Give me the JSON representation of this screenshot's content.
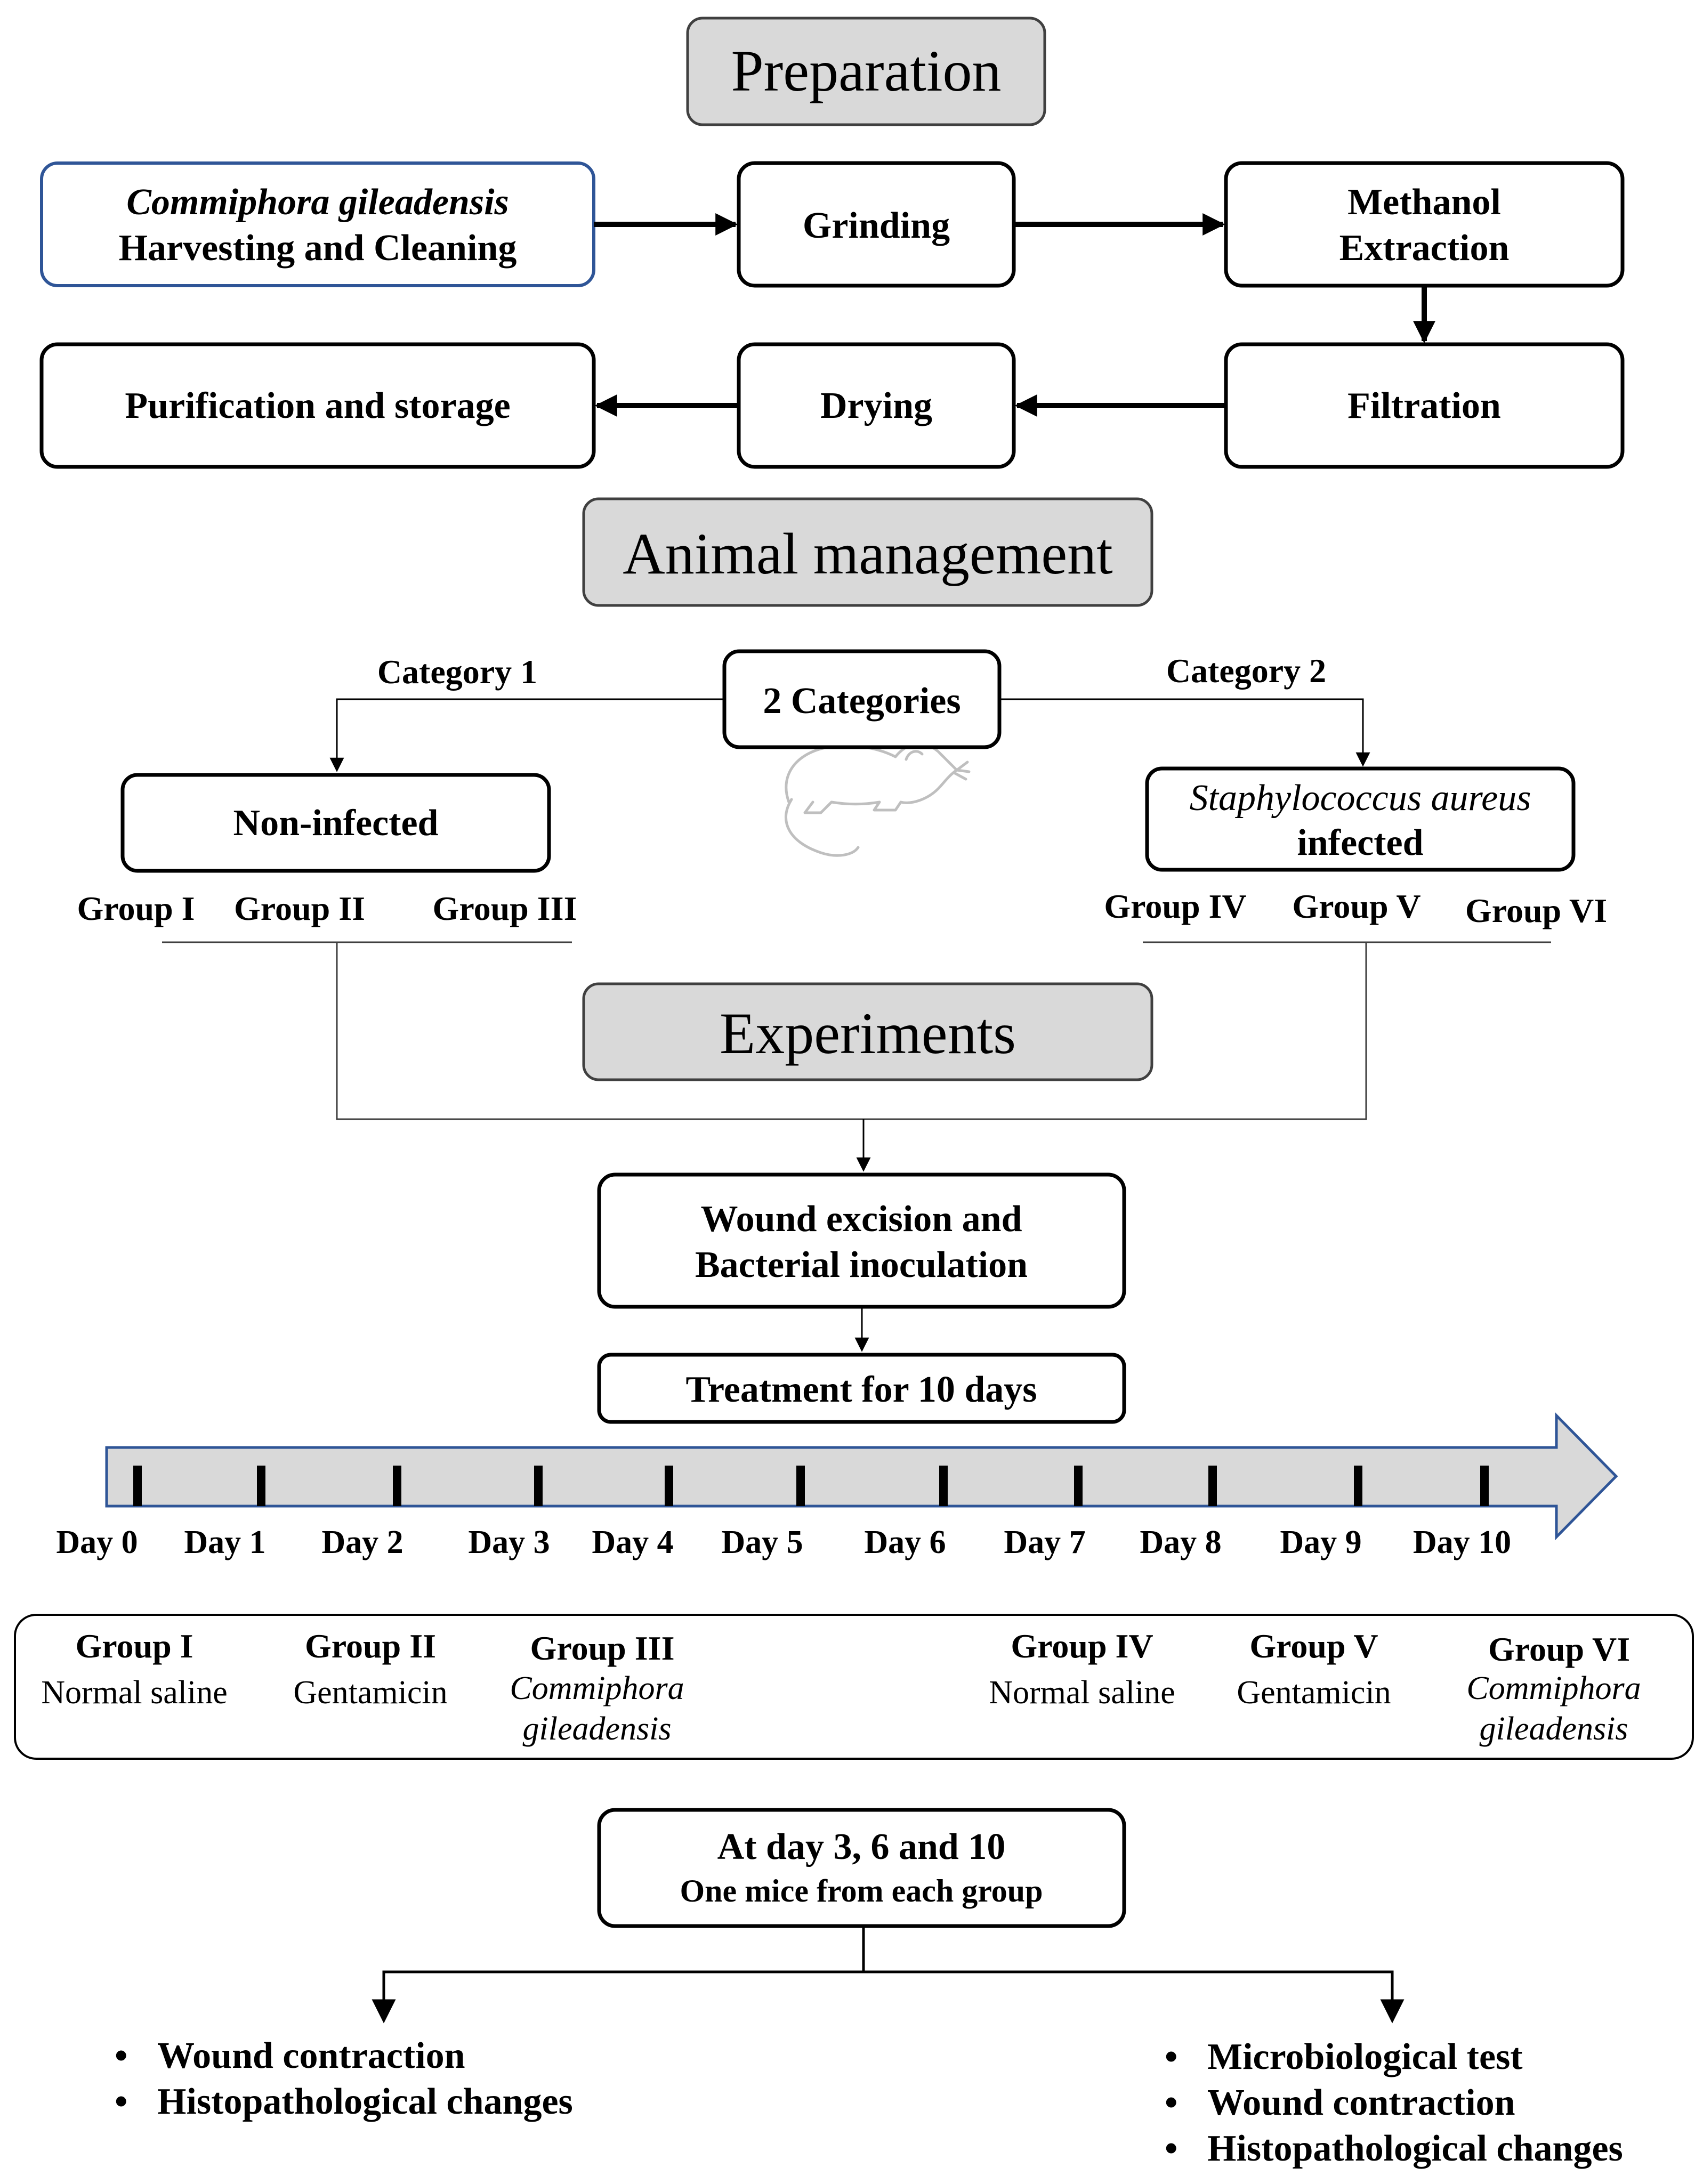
{
  "sections": {
    "preparation": "Preparation",
    "animal_management": "Animal management",
    "experiments": "Experiments"
  },
  "preparation_steps": {
    "harvest_species": "Commiphora gileadensis",
    "harvest_action": "Harvesting and Cleaning",
    "grinding": "Grinding",
    "methanol_line1": "Methanol",
    "methanol_line2": "Extraction",
    "filtration": "Filtration",
    "drying": "Drying",
    "purification": "Purification and storage"
  },
  "animal": {
    "categories": "2 Categories",
    "category1_label": "Category 1",
    "category2_label": "Category 2",
    "non_infected": "Non-infected",
    "infected_species": "Staphylococcus aureus",
    "infected": "infected",
    "groups_cat1": [
      "Group I",
      "Group II",
      "Group III"
    ],
    "groups_cat2": [
      "Group IV",
      "Group V",
      "Group VI"
    ]
  },
  "experiment": {
    "wound_line1": "Wound excision and",
    "wound_line2": "Bacterial inoculation",
    "treatment": "Treatment for 10 days",
    "days": [
      "Day 0",
      "Day 1",
      "Day 2",
      "Day 3",
      "Day 4",
      "Day 5",
      "Day 6",
      "Day 7",
      "Day 8",
      "Day 9",
      "Day 10"
    ]
  },
  "treatments": [
    {
      "group": "Group I",
      "agent": [
        "Normal saline"
      ],
      "italic": false
    },
    {
      "group": "Group II",
      "agent": [
        "Gentamicin"
      ],
      "italic": false
    },
    {
      "group": "Group III",
      "agent": [
        "Commiphora",
        "gileadensis"
      ],
      "italic": true
    },
    {
      "group": "Group IV",
      "agent": [
        "Normal saline"
      ],
      "italic": false
    },
    {
      "group": "Group V",
      "agent": [
        "Gentamicin"
      ],
      "italic": false
    },
    {
      "group": "Group VI",
      "agent": [
        "Commiphora",
        "gileadensis"
      ],
      "italic": true
    }
  ],
  "sampling": {
    "line1": "At day 3, 6 and 10",
    "line2": "One mice from each group"
  },
  "outcomes_left": [
    "Wound contraction",
    "Histopathological changes"
  ],
  "outcomes_right": [
    "Microbiological test",
    "Wound contraction",
    "Histopathological changes"
  ],
  "colors": {
    "header_fill": "#d9d9d9",
    "harvest_border": "#2f5597",
    "timeline_fill": "#d9d9d9",
    "timeline_border": "#2f5597",
    "mouse_outline": "#bfbfbf"
  },
  "icons": {
    "mouse": "mouse-icon"
  }
}
